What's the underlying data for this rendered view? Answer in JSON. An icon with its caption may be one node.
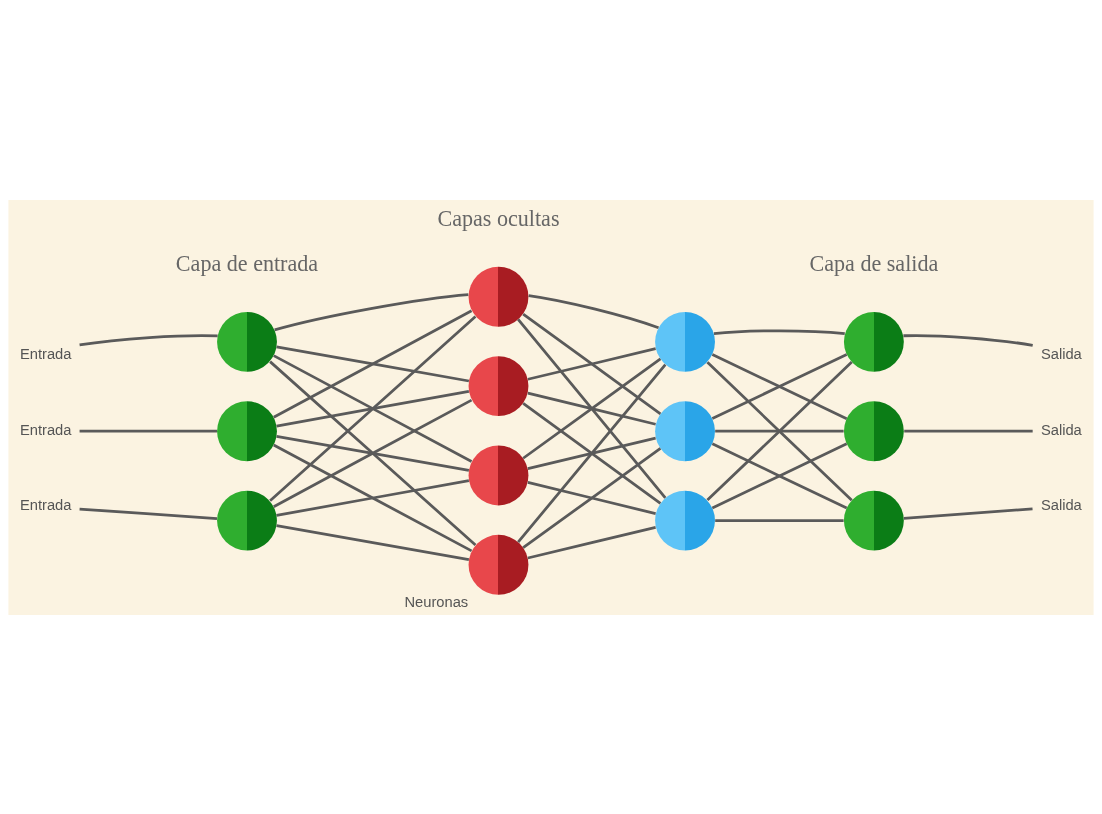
{
  "diagram": {
    "nodes": [
      {
        "text": [
          "Entrada"
        ]
      },
      {
        "text": [
          "Entrada"
        ]
      },
      {
        "text": [
          "Entrada"
        ]
      },
      {
        "text": [],
        "shape": "circle"
      },
      {
        "text": [],
        "shape": "circle"
      },
      {
        "text": [],
        "shape": "circle"
      },
      {
        "text": [],
        "shape": "circle"
      },
      {
        "text": [],
        "shape": "circle"
      },
      {
        "text": [],
        "shape": "circle"
      },
      {
        "text": [],
        "shape": "circle",
        "beside": [
          "Neuronas"
        ]
      },
      {
        "text": [],
        "shape": "circle"
      },
      {
        "text": [],
        "shape": "circle"
      },
      {
        "text": [],
        "shape": "circle"
      },
      {
        "text": [],
        "shape": "circle"
      },
      {
        "text": [],
        "shape": "circle"
      },
      {
        "text": [],
        "shape": "circle"
      },
      {
        "text": [
          "Salida"
        ]
      },
      {
        "text": [
          "Salida"
        ]
      },
      {
        "text": [
          "Salida"
        ]
      }
    ],
    "edges": [
      {
        "from": 0,
        "to": 3,
        "arrow": "none"
      },
      {
        "from": 1,
        "to": 4,
        "arrow": "none"
      },
      {
        "from": 2,
        "to": 5,
        "arrow": "none"
      },
      {
        "from": 3,
        "to": 6,
        "arrow": "none"
      },
      {
        "from": 3,
        "to": 7,
        "arrow": "none"
      },
      {
        "from": 3,
        "to": 8,
        "arrow": "none"
      },
      {
        "from": 3,
        "to": 9,
        "arrow": "none"
      },
      {
        "from": 4,
        "to": 6,
        "arrow": "none"
      },
      {
        "from": 4,
        "to": 7,
        "arrow": "none"
      },
      {
        "from": 4,
        "to": 8,
        "arrow": "none"
      },
      {
        "from": 4,
        "to": 9,
        "arrow": "none"
      },
      {
        "from": 5,
        "to": 6,
        "arrow": "none"
      },
      {
        "from": 5,
        "to": 7,
        "arrow": "none"
      },
      {
        "from": 5,
        "to": 8,
        "arrow": "none"
      },
      {
        "from": 5,
        "to": 9,
        "arrow": "none"
      },
      {
        "from": 6,
        "to": 10,
        "arrow": "none"
      },
      {
        "from": 6,
        "to": 11,
        "arrow": "none"
      },
      {
        "from": 6,
        "to": 12,
        "arrow": "none"
      },
      {
        "from": 7,
        "to": 10,
        "arrow": "none"
      },
      {
        "from": 7,
        "to": 11,
        "arrow": "none"
      },
      {
        "from": 7,
        "to": 12,
        "arrow": "none"
      },
      {
        "from": 8,
        "to": 10,
        "arrow": "none"
      },
      {
        "from": 8,
        "to": 11,
        "arrow": "none"
      },
      {
        "from": 8,
        "to": 12,
        "arrow": "none"
      },
      {
        "from": 9,
        "to": 10,
        "arrow": "none"
      },
      {
        "from": 9,
        "to": 11,
        "arrow": "none"
      },
      {
        "from": 9,
        "to": 12,
        "arrow": "none"
      },
      {
        "from": 10,
        "to": 13,
        "arrow": "none"
      },
      {
        "from": 10,
        "to": 14,
        "arrow": "none"
      },
      {
        "from": 10,
        "to": 15,
        "arrow": "none"
      },
      {
        "from": 11,
        "to": 13,
        "arrow": "none"
      },
      {
        "from": 11,
        "to": 14,
        "arrow": "none"
      },
      {
        "from": 11,
        "to": 15,
        "arrow": "none"
      },
      {
        "from": 12,
        "to": 13,
        "arrow": "none"
      },
      {
        "from": 12,
        "to": 14,
        "arrow": "none"
      },
      {
        "from": 12,
        "to": 15,
        "arrow": "none"
      },
      {
        "from": 13,
        "to": 16,
        "arrow": "none"
      },
      {
        "from": 14,
        "to": 17,
        "arrow": "none"
      },
      {
        "from": 15,
        "to": 18,
        "arrow": "none"
      }
    ],
    "labels": [
      "Capa de entrada",
      "Capas ocultas",
      "Capa de salida"
    ]
  }
}
